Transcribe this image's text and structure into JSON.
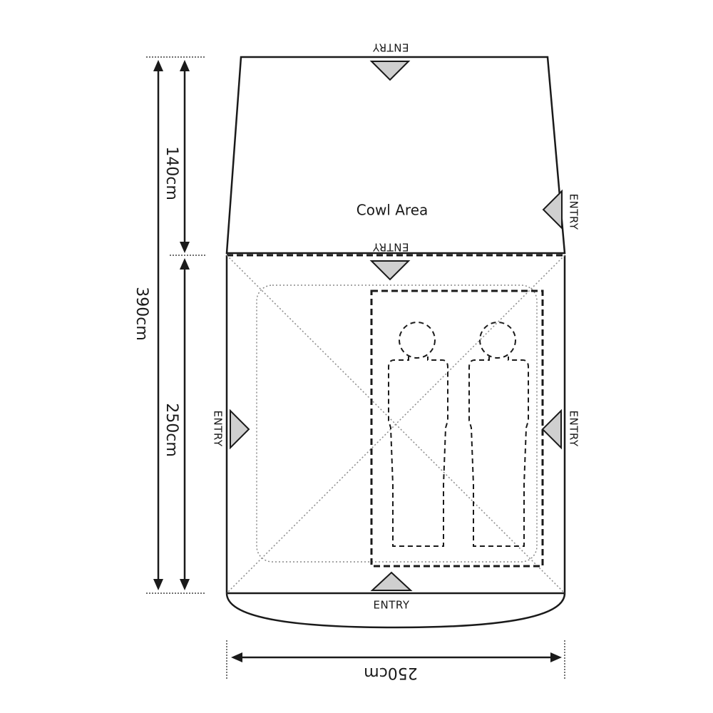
{
  "labels": {
    "entry_top": "ENTRY",
    "entry_cowl_right": "ENTRY",
    "entry_mid": "ENTRY",
    "entry_left": "ENTRY",
    "entry_right": "ENTRY",
    "entry_bottom": "ENTRY",
    "cowl_area": "Cowl Area",
    "dim_total": "390cm",
    "dim_cowl": "140cm",
    "dim_main": "250cm",
    "dim_width": "250cm"
  },
  "colors": {
    "line": "#1a1a1a",
    "triangle_fill": "#cfcfcf",
    "dotted": "#8a8a8a"
  }
}
